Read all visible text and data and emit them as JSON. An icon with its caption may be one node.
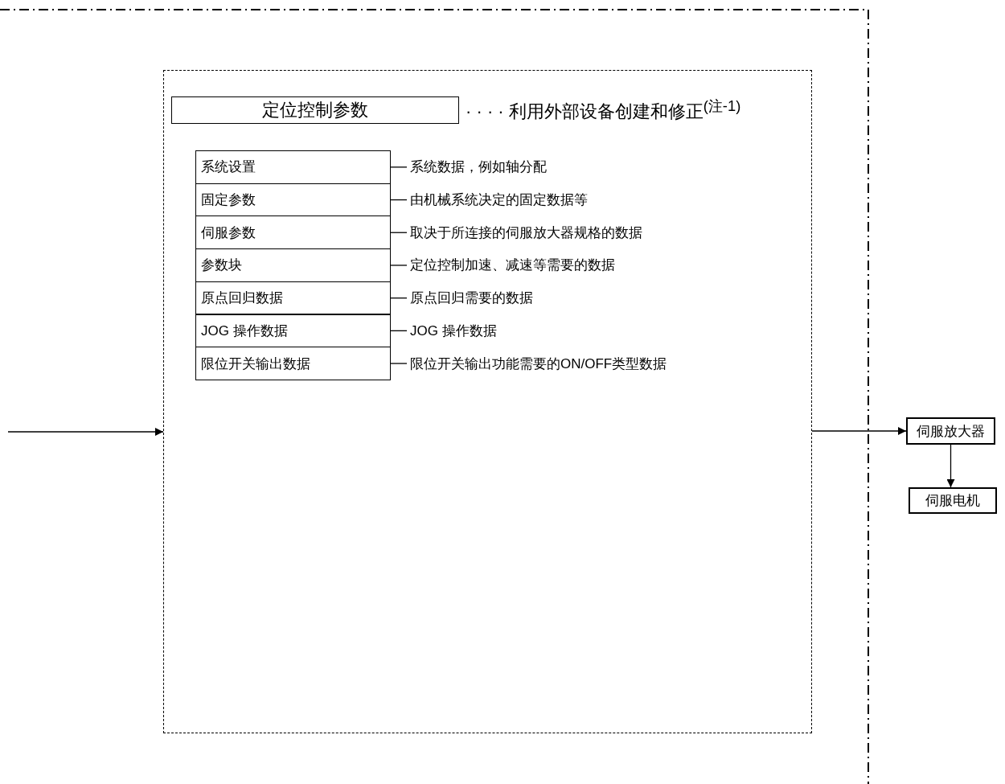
{
  "diagram": {
    "nodes": [
      {
        "text": [],
        "shape": "box"
      },
      {
        "text": [
          "定位控制参数"
        ],
        "in": 0,
        "beside": [
          "· · · · 利用外部设备创建和修正$^{(注-1)}$"
        ]
      },
      {
        "text": [
          "系统设置"
        ],
        "in": 0
      },
      {
        "text": [
          "固定参数"
        ],
        "in": 0
      },
      {
        "text": [
          "伺服参数"
        ],
        "in": 0
      },
      {
        "text": [
          "参数块"
        ],
        "in": 0
      },
      {
        "text": [
          "原点回归数据"
        ],
        "in": 0
      },
      {
        "text": [
          "JOG 操作数据"
        ],
        "in": 0
      },
      {
        "text": [
          "限位开关输出数据"
        ],
        "in": 0
      },
      {
        "text": [
          "系统数据，例如轴分配"
        ],
        "in": 0
      },
      {
        "text": [
          "由机械系统决定的固定数据等"
        ],
        "in": 0
      },
      {
        "text": [
          "取决于所连接的伺服放大器规格的数据"
        ],
        "in": 0
      },
      {
        "text": [
          "定位控制加速、减速等需要的数据"
        ],
        "in": 0
      },
      {
        "text": [
          "原点回归需要的数据"
        ],
        "in": 0
      },
      {
        "text": [
          "JOG 操作数据"
        ],
        "in": 0
      },
      {
        "text": [
          "限位开关输出功能需要的ON/OFF类型数据"
        ],
        "in": 0
      },
      {
        "text": [
          "伺服放大器"
        ]
      },
      {
        "text": [
          "伺服电机"
        ]
      }
    ],
    "edges": [
      {
        "from": null,
        "to": 0,
        "arrow": "to"
      },
      {
        "from": 0,
        "to": 16,
        "arrow": "to"
      },
      {
        "from": 16,
        "to": 17,
        "arrow": "to"
      },
      {
        "from": 2,
        "to": 9,
        "arrow": "none"
      },
      {
        "from": 3,
        "to": 10,
        "arrow": "none"
      },
      {
        "from": 4,
        "to": 11,
        "arrow": "none"
      },
      {
        "from": 5,
        "to": 12,
        "arrow": "none"
      },
      {
        "from": 6,
        "to": 13,
        "arrow": "none"
      },
      {
        "from": 7,
        "to": 14,
        "arrow": "none"
      },
      {
        "from": 8,
        "to": 15,
        "arrow": "none"
      }
    ]
  }
}
